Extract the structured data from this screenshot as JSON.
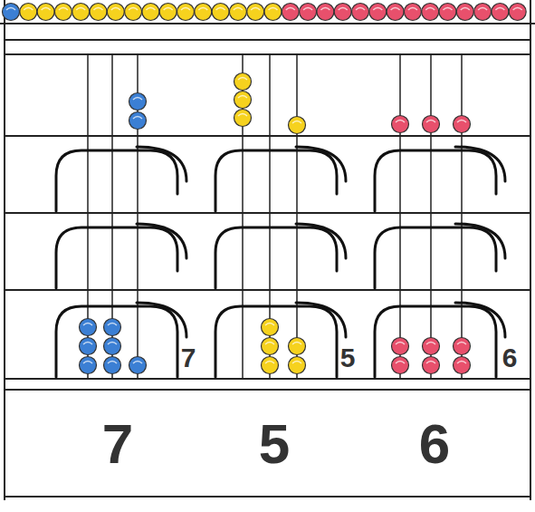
{
  "diagram": {
    "labels": [
      "7",
      "5",
      "6",
      "7",
      "5",
      "6"
    ]
  }
}
